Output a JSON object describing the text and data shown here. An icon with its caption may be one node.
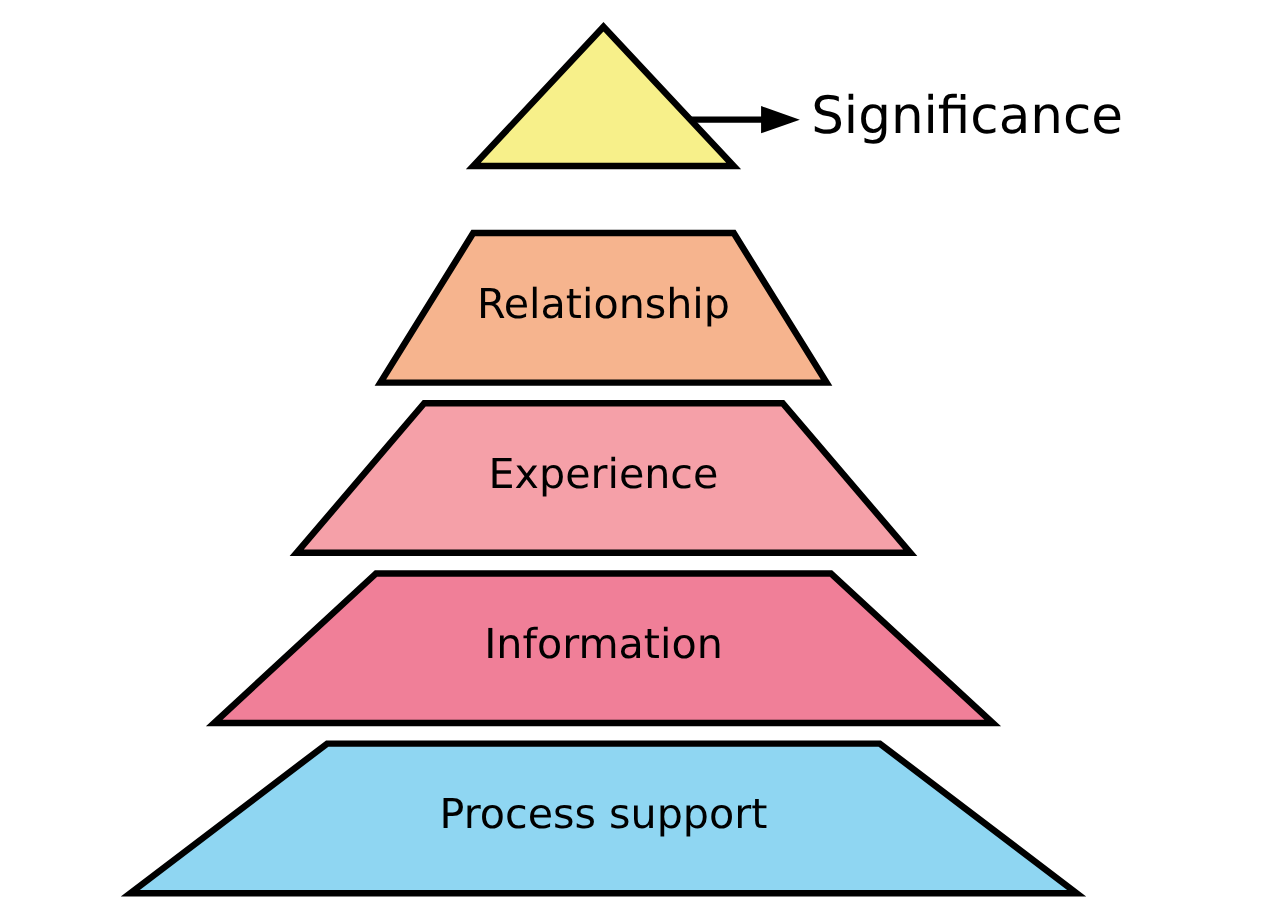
{
  "diagram": {
    "nodes": [
      {
        "text": [],
        "shape": "triangle"
      },
      {
        "text": [
          "Significance"
        ]
      },
      {
        "text": [
          "Relationship"
        ]
      },
      {
        "text": [
          "Experience"
        ]
      },
      {
        "text": [
          "Information"
        ]
      },
      {
        "text": [
          "Process support"
        ]
      }
    ],
    "edges": [
      {
        "from": 0,
        "to": 1,
        "arrow": "to"
      }
    ]
  }
}
